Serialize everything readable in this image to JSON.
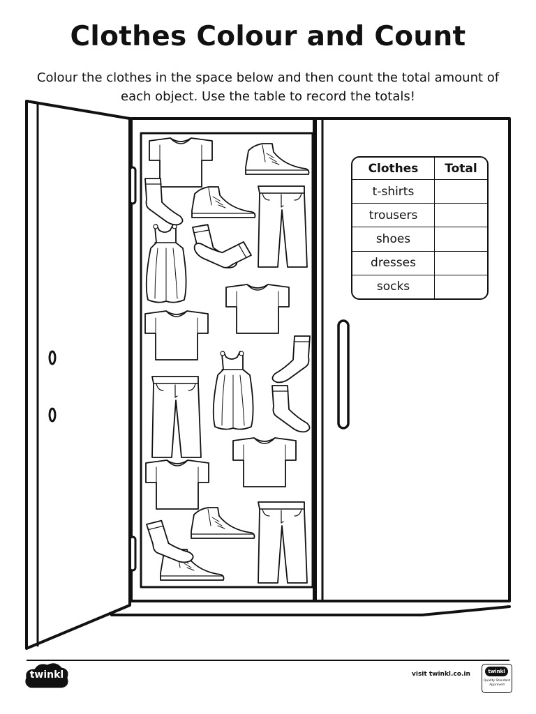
{
  "header": {
    "title": "Clothes Colour and Count",
    "instructions_line1": "Colour the clothes in the space below and then count the total amount of",
    "instructions_line2": "each object. Use the table to record the totals!"
  },
  "table": {
    "headers": [
      "Clothes",
      "Total"
    ],
    "rows": [
      {
        "item": "t-shirts",
        "total": ""
      },
      {
        "item": "trousers",
        "total": ""
      },
      {
        "item": "shoes",
        "total": ""
      },
      {
        "item": "dresses",
        "total": ""
      },
      {
        "item": "socks",
        "total": ""
      }
    ]
  },
  "footer": {
    "logo": "twinkl",
    "visit_text": "visit twinkl.co.in",
    "badge_logo": "twinkl",
    "badge_text": "Quality Standard Approved"
  },
  "colors": {
    "ink": "#111111",
    "paper": "#ffffff"
  }
}
